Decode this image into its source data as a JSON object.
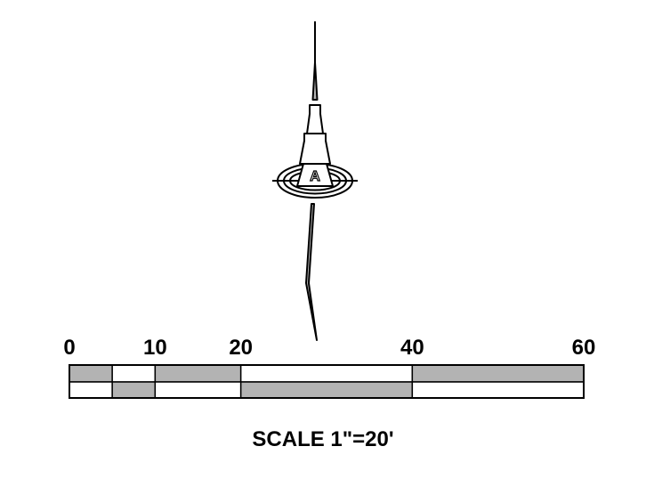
{
  "north_arrow": {
    "letter": "A",
    "colors": {
      "line": "#000000",
      "fill": "#b3b3b3",
      "background": "#ffffff"
    }
  },
  "scale_bar": {
    "tick_labels": [
      "0",
      "10",
      "20",
      "40",
      "60"
    ],
    "tick_values": [
      0,
      10,
      20,
      40,
      60
    ],
    "segments_top": [
      {
        "from": 0,
        "to": 5,
        "shade": "gray"
      },
      {
        "from": 5,
        "to": 10,
        "shade": "white"
      },
      {
        "from": 10,
        "to": 20,
        "shade": "gray"
      },
      {
        "from": 20,
        "to": 40,
        "shade": "white"
      },
      {
        "from": 40,
        "to": 60,
        "shade": "gray"
      }
    ],
    "segments_bottom": [
      {
        "from": 0,
        "to": 5,
        "shade": "white"
      },
      {
        "from": 5,
        "to": 10,
        "shade": "gray"
      },
      {
        "from": 10,
        "to": 20,
        "shade": "white"
      },
      {
        "from": 20,
        "to": 40,
        "shade": "gray"
      },
      {
        "from": 40,
        "to": 60,
        "shade": "white"
      }
    ],
    "caption": "SCALE 1\"=20'",
    "colors": {
      "gray": "#b3b3b3",
      "white": "#ffffff",
      "line": "#000000"
    }
  }
}
